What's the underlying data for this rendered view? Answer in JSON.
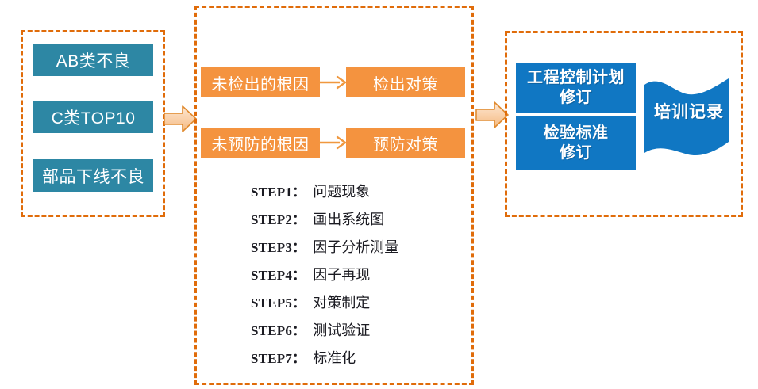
{
  "diagram": {
    "panels": {
      "inputs": {
        "name": "inputs-panel"
      },
      "analysis": {
        "name": "analysis-panel"
      },
      "outputs": {
        "name": "outputs-panel"
      }
    },
    "inputs": [
      {
        "label": "AB类不良"
      },
      {
        "label": "C类TOP10"
      },
      {
        "label": "部品下线不良"
      }
    ],
    "analysis_rows": [
      {
        "cause": "未检出的根因",
        "action": "检出对策"
      },
      {
        "cause": "未预防的根因",
        "action": "预防对策"
      }
    ],
    "steps": [
      {
        "key": "STEP1：",
        "value": "问题现象"
      },
      {
        "key": "STEP2：",
        "value": "画出系统图"
      },
      {
        "key": "STEP3：",
        "value": "因子分析测量"
      },
      {
        "key": "STEP4：",
        "value": "因子再现"
      },
      {
        "key": "STEP5：",
        "value": "对策制定"
      },
      {
        "key": "STEP6：",
        "value": "测试验证"
      },
      {
        "key": "STEP7：",
        "value": "标准化"
      }
    ],
    "outputs": {
      "plan_line1": "工程控制计划",
      "plan_line2": "修订",
      "standard_line1": "检验标准",
      "standard_line2": "修订",
      "flag_label": "培训记录"
    },
    "colors": {
      "panel_border": "#E06C0A",
      "input_box": "#2D87A4",
      "analysis_box": "#F4933F",
      "output_box": "#1077C3",
      "connector_fill": "#F8CDA4",
      "connector_stroke": "#E08A2E",
      "background": "#FFFFFF"
    }
  }
}
